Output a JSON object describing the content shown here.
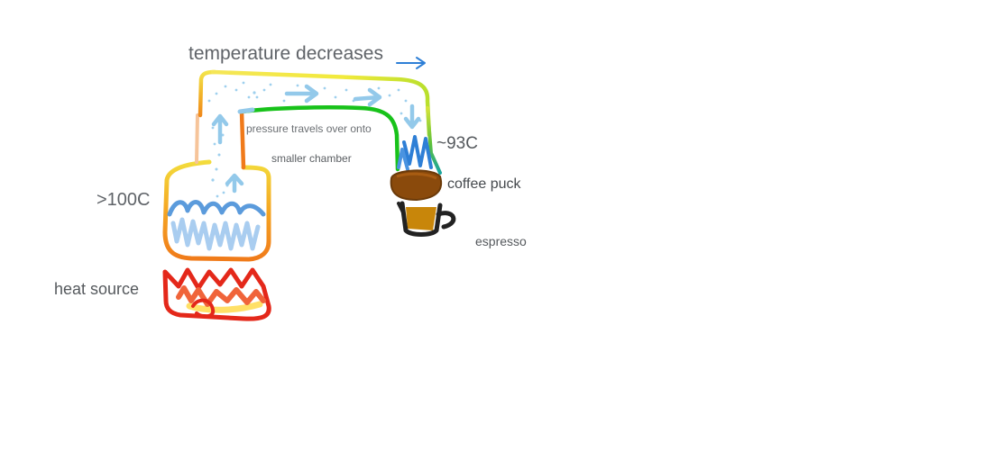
{
  "labels": {
    "temperature": "temperature decreases",
    "pressure_line1": "pressure travels over onto",
    "pressure_line2": "smaller chamber",
    "temp_93": "~93C",
    "temp_100": ">100C",
    "coffee_puck": "coffee puck",
    "espresso": "espresso",
    "heat_source": "heat source"
  },
  "colors": {
    "background": "#ffffff",
    "outline_orange": "#f2a11b",
    "outline_yellow": "#f3e34a",
    "inner_green": "#18c21a",
    "water_blue": "#5b9bdc",
    "water_light": "#a9cdf0",
    "arrow_light_blue": "#93c9ea",
    "arrow_blue": "#2e7fd6",
    "flame_red": "#e4281a",
    "flame_orange": "#f0643a",
    "flame_yellow": "#ffe066",
    "puck_brown": "#8a4a0c",
    "cup_black": "#222222",
    "coffee_gold": "#c8860a"
  }
}
